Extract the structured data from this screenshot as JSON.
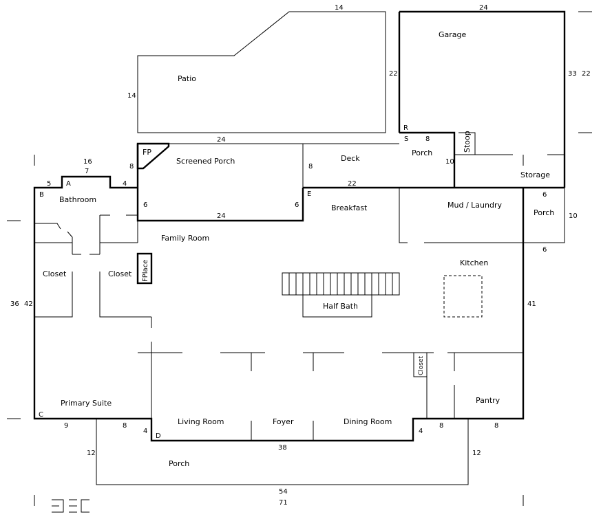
{
  "rooms": {
    "patio": "Patio",
    "garage": "Garage",
    "screened_porch": "Screened Porch",
    "fp": "FP",
    "deck": "Deck",
    "porch_top": "Porch",
    "stoop": "Stoop",
    "storage": "Storage",
    "bathroom": "Bathroom",
    "breakfast": "Breakfast",
    "mud_laundry": "Mud / Laundry",
    "porch_right": "Porch",
    "family_room": "Family Room",
    "closet_left": "Closet",
    "closet_mid": "Closet",
    "fplace": "FPlace",
    "kitchen": "Kitchen",
    "half_bath": "Half Bath",
    "closet_small": "Closet",
    "pantry": "Pantry",
    "primary_suite": "Primary Suite",
    "living_room": "Living Room",
    "foyer": "Foyer",
    "dining_room": "Dining Room",
    "porch_bottom": "Porch"
  },
  "points": {
    "a": "A",
    "b": "B",
    "c": "C",
    "d": "D",
    "e": "E",
    "r": "R",
    "s": "S"
  },
  "dimensions": {
    "patio_top": "14",
    "garage_top": "24",
    "patio_right": "22",
    "patio_left": "14",
    "garage_right_a": "33",
    "garage_right_b": "22",
    "sp_top": "24",
    "porch_top_w": "8",
    "fp_left": "8",
    "sp_right": "8",
    "porch_right_10": "10",
    "bath_top": "16",
    "bath_top_inner": "7",
    "bath_left": "5",
    "bath_right": "4",
    "deck_bottom": "22",
    "sp_left": "6",
    "sp_right_lower": "6",
    "sp_bottom": "24",
    "porch_r_top": "6",
    "porch_r_right": "10",
    "porch_r_bottom": "6",
    "left_outer": "36",
    "left_inner": "42",
    "right_41": "41",
    "bottom_9": "9",
    "bottom_8_left": "8",
    "bottom_4_left": "4",
    "bottom_38": "38",
    "bottom_4_right": "4",
    "bottom_8_mid": "8",
    "bottom_8_right": "8",
    "porch_left_12": "12",
    "porch_right_12": "12",
    "bottom_54": "54",
    "bottom_71": "71"
  },
  "logo_text": "DEC"
}
